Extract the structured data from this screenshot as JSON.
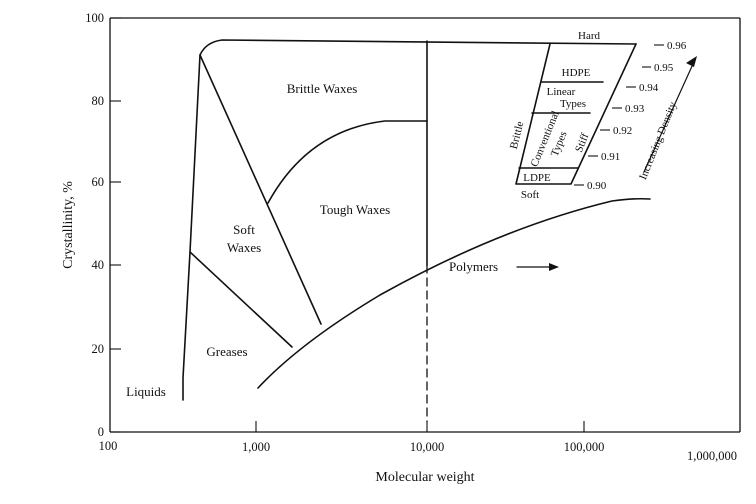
{
  "axes": {
    "ylabel": "Crystallinity, %",
    "xlabel": "Molecular weight",
    "y_ticks": [
      "0",
      "20",
      "40",
      "60",
      "80",
      "100"
    ],
    "x_ticks": [
      "100",
      "1,000",
      "10,000",
      "100,000",
      "1,000,000"
    ]
  },
  "regions": {
    "liquids": "Liquids",
    "greases": "Greases",
    "soft_waxes_line1": "Soft",
    "soft_waxes_line2": "Waxes",
    "brittle_waxes": "Brittle Waxes",
    "tough_waxes": "Tough Waxes",
    "polymers": "Polymers"
  },
  "polyethylene_inset": {
    "hard": "Hard",
    "soft": "Soft",
    "hdpe": "HDPE",
    "linear_line1": "Linear",
    "linear_line2": "Types",
    "conventional_line1": "Conventional",
    "conventional_line2": "Types",
    "ldpe": "LDPE",
    "brittle": "Brittle",
    "stiff": "Stiff",
    "increasing_density": "Increasing Density"
  },
  "density_labels": [
    "0.96",
    "0.95",
    "0.94",
    "0.93",
    "0.92",
    "0.91",
    "0.90"
  ]
}
